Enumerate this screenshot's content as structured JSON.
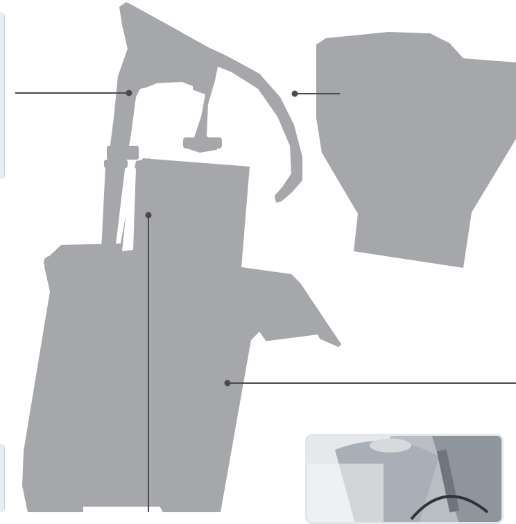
{
  "colors": {
    "machine": "#a6a7aa",
    "leader_line": "#4a4a4a",
    "dot": "#4a4a4a",
    "background": "#ffffff",
    "panel": "#e7edf5"
  },
  "callouts": [
    {
      "id": "lever-handle",
      "target": "lever-handle"
    },
    {
      "id": "hopper",
      "target": "feed-hopper-detail"
    },
    {
      "id": "feed-tube",
      "target": "feed-tube"
    },
    {
      "id": "motor-body",
      "target": "motor-body"
    }
  ],
  "photo_thumbnail": {
    "icon": "machine-interior-photo"
  }
}
